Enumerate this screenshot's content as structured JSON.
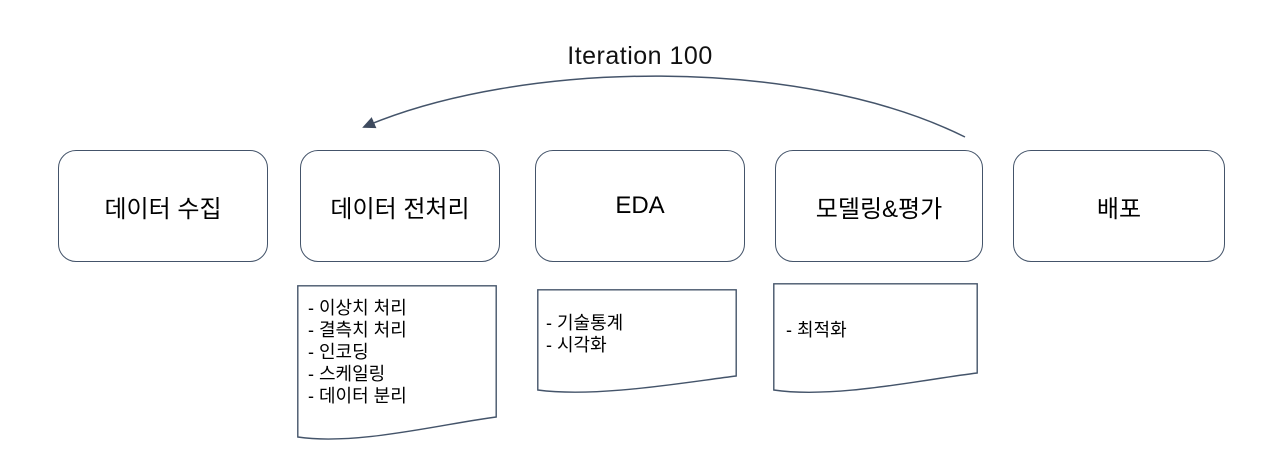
{
  "diagram": {
    "iteration_label": "Iteration 100",
    "stages": [
      {
        "label": "데이터 수집"
      },
      {
        "label": "데이터 전처리",
        "notes": [
          "- 이상치 처리",
          "- 결측치 처리",
          "- 인코딩",
          "- 스케일링",
          "- 데이터 분리"
        ]
      },
      {
        "label": "EDA",
        "notes": [
          "- 기술통계",
          "- 시각화"
        ]
      },
      {
        "label": "모델링&평가",
        "notes": [
          "- 최적화"
        ]
      },
      {
        "label": "배포"
      }
    ],
    "colors": {
      "shape_border": "#44546A",
      "arrow": "#44546A",
      "text": "#000000",
      "background": "#ffffff"
    }
  }
}
